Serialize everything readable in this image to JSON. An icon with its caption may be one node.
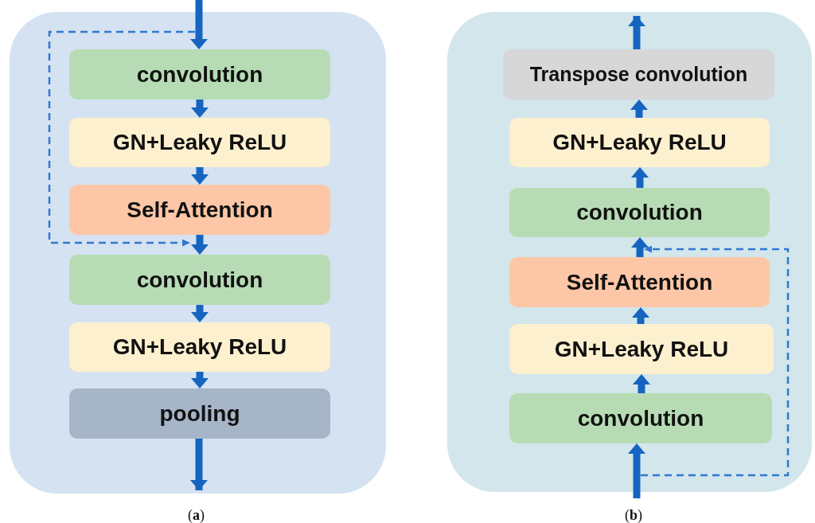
{
  "diagram": {
    "nodes": [
      {
        "text": [],
        "shape": "box"
      },
      {
        "text": [
          "convolution"
        ],
        "in": 0
      },
      {
        "text": [
          "GN+Leaky ReLU"
        ],
        "in": 0
      },
      {
        "text": [
          "Self-Attention"
        ],
        "in": 0
      },
      {
        "text": [
          "convolution"
        ],
        "in": 0
      },
      {
        "text": [
          "GN+Leaky ReLU"
        ],
        "in": 0
      },
      {
        "text": [
          "pooling"
        ],
        "in": 0
      },
      {
        "text": [],
        "shape": "box"
      },
      {
        "text": [
          "Transpose convolution"
        ],
        "in": 7
      },
      {
        "text": [
          "GN+Leaky ReLU"
        ],
        "in": 7
      },
      {
        "text": [
          "convolution"
        ],
        "in": 7
      },
      {
        "text": [
          "Self-Attention"
        ],
        "in": 7
      },
      {
        "text": [
          "GN+Leaky ReLU"
        ],
        "in": 7
      },
      {
        "text": [
          "convolution"
        ],
        "in": 7
      }
    ],
    "edges": [
      {
        "from": null,
        "to": 1,
        "arrow": "to"
      },
      {
        "from": 1,
        "to": 2,
        "arrow": "to"
      },
      {
        "from": 2,
        "to": 3,
        "arrow": "to"
      },
      {
        "from": 3,
        "to": 4,
        "arrow": "to"
      },
      {
        "from": 4,
        "to": 5,
        "arrow": "to"
      },
      {
        "from": 5,
        "to": 6,
        "arrow": "to"
      },
      {
        "from": 6,
        "to": null,
        "arrow": "to"
      },
      {
        "from": null,
        "to": 4,
        "arrow": "to",
        "style": "dashed",
        "color": "#2f78d2"
      },
      {
        "from": null,
        "to": 13,
        "arrow": "to"
      },
      {
        "from": 13,
        "to": 12,
        "arrow": "to"
      },
      {
        "from": 12,
        "to": 11,
        "arrow": "to"
      },
      {
        "from": 11,
        "to": 10,
        "arrow": "to"
      },
      {
        "from": 10,
        "to": 9,
        "arrow": "to"
      },
      {
        "from": 9,
        "to": 8,
        "arrow": "to"
      },
      {
        "from": 8,
        "to": null,
        "arrow": "to"
      },
      {
        "from": null,
        "to": 10,
        "arrow": "to",
        "style": "dashed",
        "color": "#2f78d2"
      }
    ],
    "labels": [
      "(**a**)",
      "(**b**)"
    ]
  }
}
